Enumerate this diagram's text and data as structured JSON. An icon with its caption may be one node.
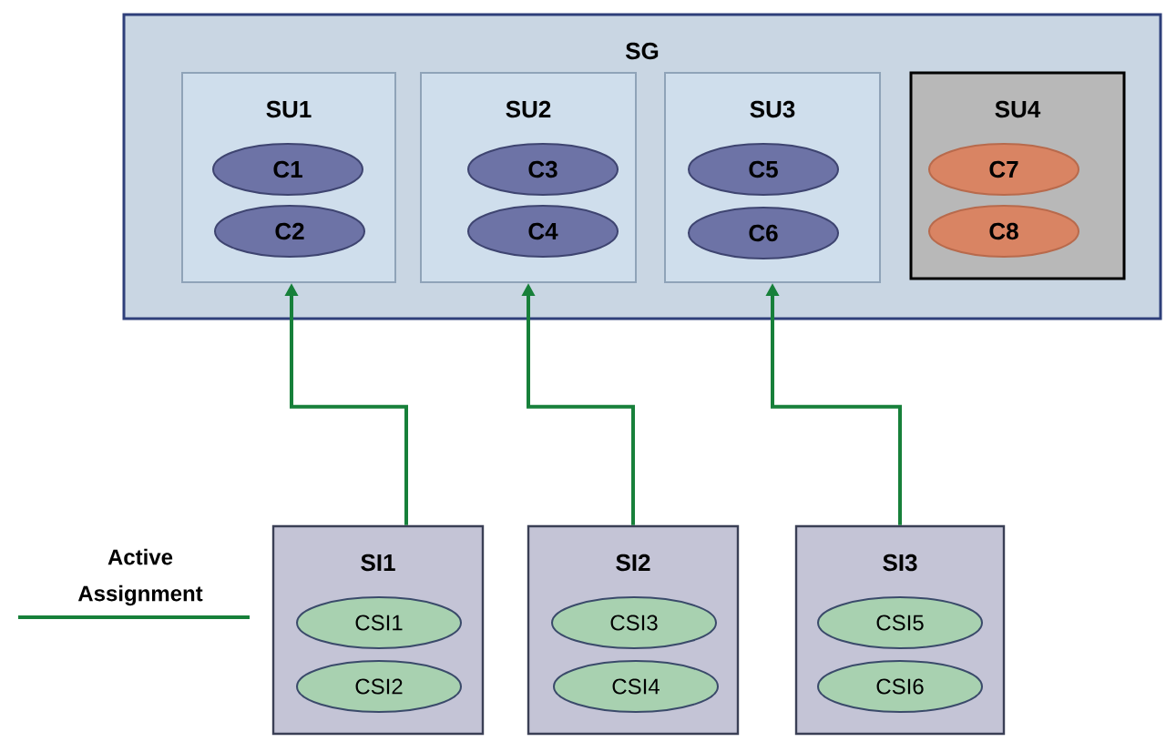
{
  "diagram": {
    "nodes": [
      {
        "text": [
          "SG"
        ]
      },
      {
        "text": [
          "SU1"
        ],
        "in": 0
      },
      {
        "text": [
          "C1"
        ],
        "in": 1
      },
      {
        "text": [
          "C2"
        ],
        "in": 1
      },
      {
        "text": [
          "SU2"
        ],
        "in": 0
      },
      {
        "text": [
          "C3"
        ],
        "in": 4
      },
      {
        "text": [
          "C4"
        ],
        "in": 4
      },
      {
        "text": [
          "SU3"
        ],
        "in": 0
      },
      {
        "text": [
          "C5"
        ],
        "in": 7
      },
      {
        "text": [
          "C6"
        ],
        "in": 7
      },
      {
        "text": [
          "SU4"
        ],
        "in": 0
      },
      {
        "text": [
          "C7"
        ],
        "in": 10
      },
      {
        "text": [
          "C8"
        ],
        "in": 10
      },
      {
        "text": [
          "SI1"
        ]
      },
      {
        "text": [
          "CSI1"
        ],
        "in": 13
      },
      {
        "text": [
          "CSI2"
        ],
        "in": 13
      },
      {
        "text": [
          "SI2"
        ]
      },
      {
        "text": [
          "CSI3"
        ],
        "in": 16
      },
      {
        "text": [
          "CSI4"
        ],
        "in": 16
      },
      {
        "text": [
          "SI3"
        ]
      },
      {
        "text": [
          "CSI5"
        ],
        "in": 19
      },
      {
        "text": [
          "CSI6"
        ],
        "in": 19
      }
    ],
    "edges": [
      {
        "from": 13,
        "to": 1,
        "arrow": "to"
      },
      {
        "from": 16,
        "to": 4,
        "arrow": "to"
      },
      {
        "from": 19,
        "to": 7,
        "arrow": "to"
      }
    ],
    "legend": [
      {
        "text": "Active Assignment"
      }
    ]
  }
}
